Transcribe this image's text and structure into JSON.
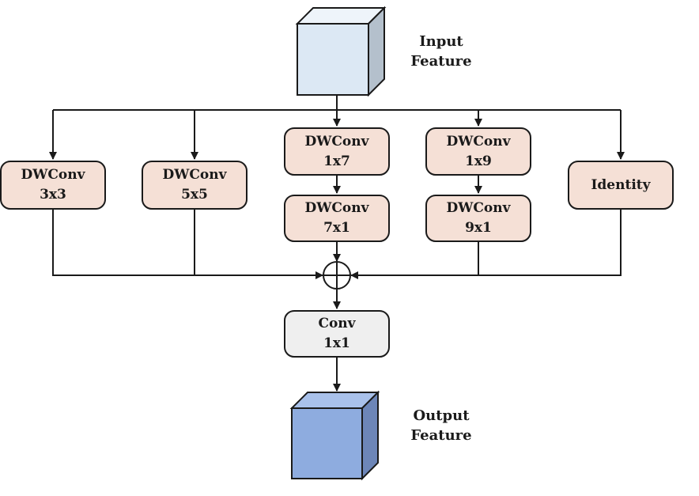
{
  "input_label": {
    "line1": "Input",
    "line2": "Feature"
  },
  "output_label": {
    "line1": "Output",
    "line2": "Feature"
  },
  "branches": {
    "dw3": {
      "line1": "DWConv",
      "line2": "3x3"
    },
    "dw5": {
      "line1": "DWConv",
      "line2": "5x5"
    },
    "dw1x7": {
      "line1": "DWConv",
      "line2": "1x7"
    },
    "dw7x1": {
      "line1": "DWConv",
      "line2": "7x1"
    },
    "dw1x9": {
      "line1": "DWConv",
      "line2": "1x9"
    },
    "dw9x1": {
      "line1": "DWConv",
      "line2": "9x1"
    },
    "identity": {
      "line1": "Identity"
    }
  },
  "conv": {
    "line1": "Conv",
    "line2": "1x1"
  },
  "colors": {
    "branch_fill": "#f5e0d6",
    "conv_fill": "#efefef",
    "input_front": "#dce8f4",
    "input_top": "#eef4fa",
    "input_side": "#b4c0cc",
    "output_front": "#8eacdf",
    "output_top": "#a9c1ea",
    "output_side": "#6d86b8",
    "line": "#1a1a1a"
  },
  "icons": {
    "sum": "circle-plus-icon"
  }
}
